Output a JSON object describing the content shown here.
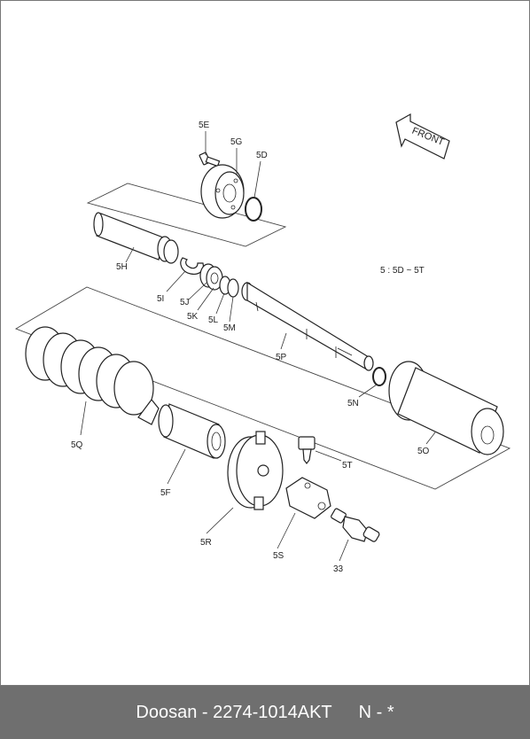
{
  "footer": {
    "brand_part": "Doosan - 2274-1014AKT",
    "code": "N - *"
  },
  "diagram": {
    "front_label": "FRONT",
    "note": "5 : 5D ~ 5T",
    "labels": {
      "5E": "5E",
      "5G": "5G",
      "5D": "5D",
      "5H": "5H",
      "5I": "5I",
      "5J": "5J",
      "5K": "5K",
      "5L": "5L",
      "5M": "5M",
      "5P": "5P",
      "5N": "5N",
      "5O": "5O",
      "5Q": "5Q",
      "5F": "5F",
      "5R": "5R",
      "5S": "5S",
      "5T": "5T",
      "33": "33"
    }
  }
}
